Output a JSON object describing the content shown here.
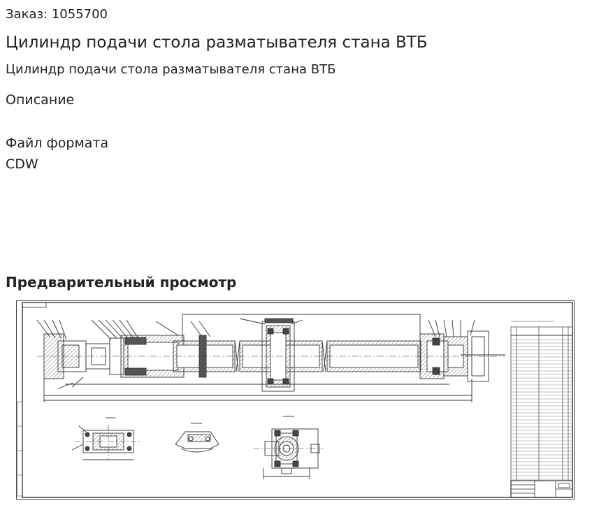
{
  "order": {
    "label": "Заказ: 1055700"
  },
  "product": {
    "title": "Цилиндр подачи стола разматывателя стана ВТБ",
    "subtitle": "Цилиндр подачи стола разматывателя стана ВТБ"
  },
  "description": {
    "heading": "Описание"
  },
  "file_format": {
    "label": "Файл формата",
    "value": "CDW"
  },
  "preview": {
    "heading": "Предварительный просмотр"
  },
  "colors": {
    "line": "#333333",
    "hatch": "#777777",
    "paper": "#ffffff"
  }
}
